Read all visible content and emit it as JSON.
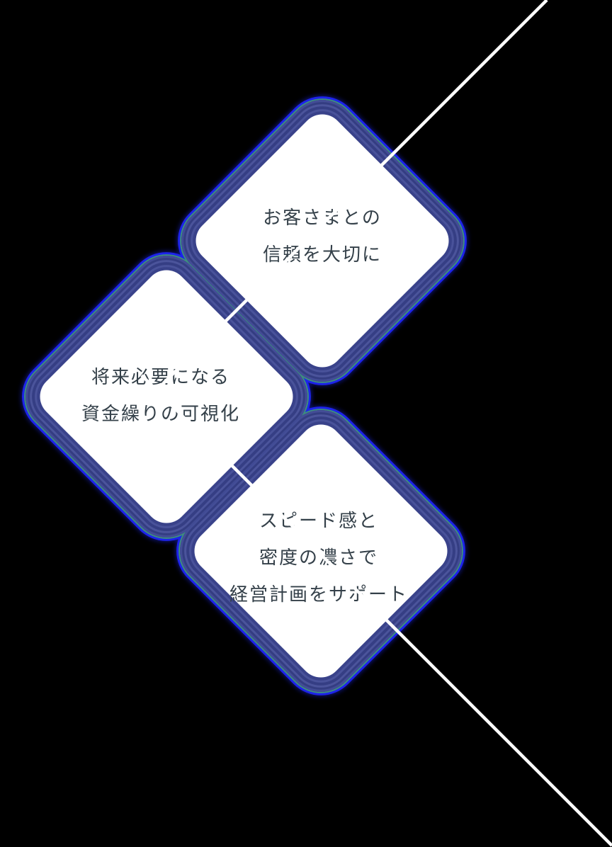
{
  "page": {
    "background_color": "#000000"
  },
  "palette": {
    "outline_blue": "#1d23ea",
    "outline_teal": "#3d8f7e",
    "band_navy": "#39438c",
    "card_background": "#ffffff",
    "text_color": "#344049",
    "diagonal_line_color": "#ffffff"
  },
  "cards": [
    {
      "name": "customer-trust",
      "lines": [
        "お客さまとの",
        "信頼を大切に"
      ]
    },
    {
      "name": "future-cashflow",
      "lines": [
        "将来必要になる",
        "資金繰りの可視化"
      ]
    },
    {
      "name": "speed-support",
      "lines": [
        "スピード感と",
        "密度の濃さで",
        "経営計画をサポート"
      ]
    }
  ]
}
